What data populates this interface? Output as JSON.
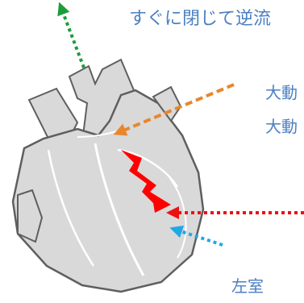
{
  "texts": {
    "top_caption": "すぐに閉じて逆流",
    "aorta_label_1": "大動",
    "aorta_label_2": "大動",
    "left_ventricle_label": "左室"
  },
  "colors": {
    "text": "#4a7fc1",
    "heart_fill": "#d9d9d9",
    "heart_stroke": "#5f5f5f",
    "heart_highlight": "#ffffff",
    "arrow_green": "#1e9c3b",
    "arrow_orange": "#e8872b",
    "arrow_red": "#ee1111",
    "arrow_blue": "#1fa8e6",
    "lightning": "#ff0000"
  }
}
